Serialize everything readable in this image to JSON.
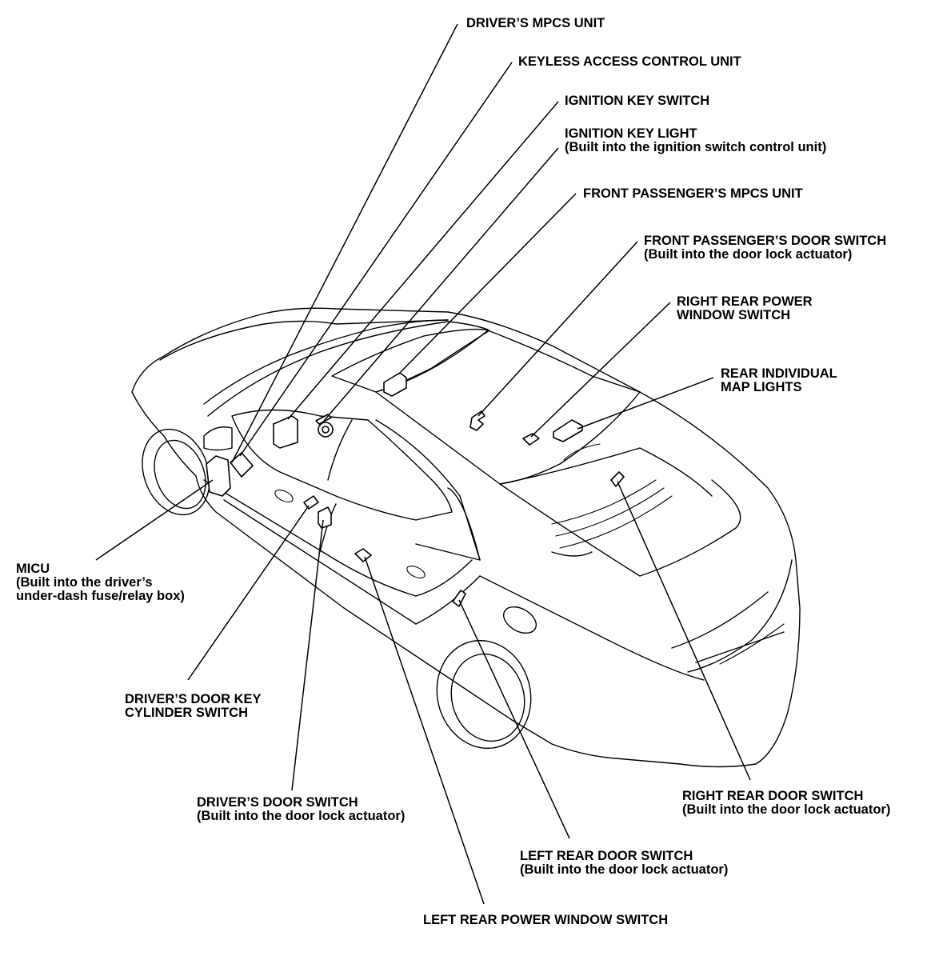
{
  "labels": {
    "drivers_mpcs_unit": "DRIVER’S MPCS UNIT",
    "keyless_access_control_unit": "KEYLESS ACCESS CONTROL UNIT",
    "ignition_key_switch": "IGNITION KEY SWITCH",
    "ignition_key_light": "IGNITION KEY LIGHT",
    "ignition_key_light_note": "(Built into the ignition switch control unit)",
    "front_passengers_mpcs_unit": "FRONT PASSENGER’S MPCS UNIT",
    "front_passengers_door_switch": "FRONT PASSENGER’S DOOR SWITCH",
    "front_passengers_door_switch_note": "(Built into the door lock actuator)",
    "right_rear_power_window_switch_1": "RIGHT REAR POWER",
    "right_rear_power_window_switch_2": "WINDOW SWITCH",
    "rear_individual_map_lights_1": "REAR INDIVIDUAL",
    "rear_individual_map_lights_2": "MAP LIGHTS",
    "micu": "MICU",
    "micu_note_1": "(Built into the driver’s",
    "micu_note_2": "under-dash fuse/relay box)",
    "drivers_door_key_cylinder_switch_1": "DRIVER’S DOOR KEY",
    "drivers_door_key_cylinder_switch_2": "CYLINDER SWITCH",
    "drivers_door_switch": "DRIVER’S DOOR SWITCH",
    "drivers_door_switch_note": "(Built into the door lock actuator)",
    "right_rear_door_switch": "RIGHT REAR DOOR SWITCH",
    "right_rear_door_switch_note": "(Built into the door lock actuator)",
    "left_rear_door_switch": "LEFT REAR DOOR SWITCH",
    "left_rear_door_switch_note": "(Built into the door lock actuator)",
    "left_rear_power_window_switch": "LEFT REAR POWER WINDOW SWITCH"
  }
}
